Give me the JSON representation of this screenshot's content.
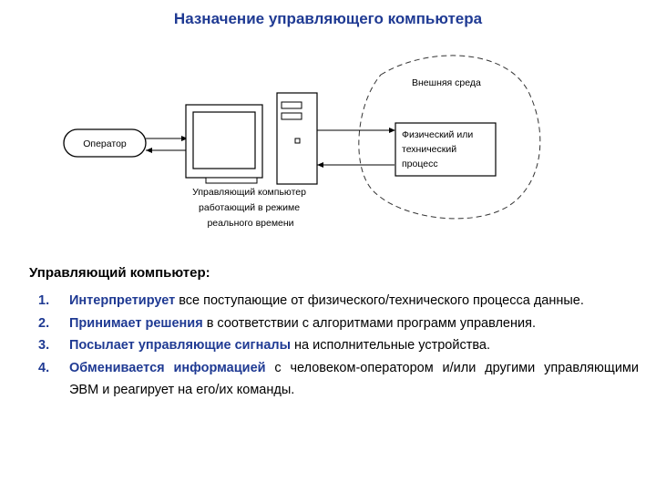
{
  "title": "Назначение управляющего компьютера",
  "diagram": {
    "operator_label": "Оператор",
    "env_label": "Внешняя среда",
    "process_lines": [
      "Физический или",
      "технический",
      "процесс"
    ],
    "computer_caption_lines": [
      "Управляющий компьютер",
      "работающий в режиме",
      "реального времени"
    ]
  },
  "subheading": "Управляющий компьютер:",
  "items": [
    {
      "num": "1.",
      "highlight": "Интерпретирует",
      "rest": " все поступающие от физического/технического процесса данные."
    },
    {
      "num": "2.",
      "highlight": "Принимает решения",
      "rest": " в соответствии с алгоритмами программ управления."
    },
    {
      "num": "3.",
      "highlight": "Посылает управляющие сигналы",
      "rest": " на исполнительные устройства."
    },
    {
      "num": "4.",
      "highlight": "Обменивается информацией",
      "rest": " с человеком-оператором и/или другими управляющими ЭВМ и реагирует на его/их команды."
    }
  ]
}
